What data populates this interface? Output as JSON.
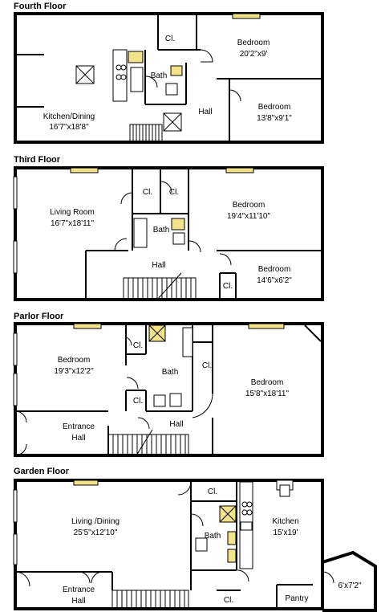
{
  "floors": {
    "fourth": {
      "title": "Fourth Floor",
      "rooms": {
        "closet": "Cl.",
        "bedroom_a": "Bedroom",
        "bedroom_a_dim": "20'2\"x9'",
        "bath": "Bath",
        "kitchen_dining": "Kitchen/Dining",
        "kitchen_dining_dim": "16'7\"x18'8\"",
        "hall": "Hall",
        "bedroom_b": "Bedroom",
        "bedroom_b_dim": "13'8\"x9'1\""
      }
    },
    "third": {
      "title": "Third Floor",
      "rooms": {
        "closet_a": "Cl.",
        "closet_b": "Cl.",
        "living_room": "Living Room",
        "living_room_dim": "16'7\"x18'11\"",
        "bedroom_a": "Bedroom",
        "bedroom_a_dim": "19'4\"x11'10\"",
        "bath": "Bath",
        "hall": "Hall",
        "bedroom_b": "Bedroom",
        "bedroom_b_dim": "14'6\"x6'2\"",
        "closet_c": "Cl."
      }
    },
    "parlor": {
      "title": "Parlor Floor",
      "rooms": {
        "bedroom_a": "Bedroom",
        "bedroom_a_dim": "19'3\"x12'2\"",
        "closet_a": "Cl.",
        "bath": "Bath",
        "closet_b": "Cl.",
        "closet_c": "Cl.",
        "bedroom_b": "Bedroom",
        "bedroom_b_dim": "15'8\"x18'11\"",
        "entrance_hall_line1": "Entrance",
        "entrance_hall_line2": "Hall",
        "hall": "Hall"
      }
    },
    "garden": {
      "title": "Garden Floor",
      "rooms": {
        "closet_a": "Cl.",
        "living_dining": "Living /Dining",
        "living_dining_dim": "25'5\"x12'10\"",
        "kitchen": "Kitchen",
        "kitchen_dim": "15'x19'",
        "bath": "Bath",
        "extension_dim": "6'x7'2\"",
        "entrance_hall_line1": "Entrance",
        "entrance_hall_line2": "Hall",
        "closet_b": "Cl.",
        "pantry": "Pantry"
      }
    }
  }
}
